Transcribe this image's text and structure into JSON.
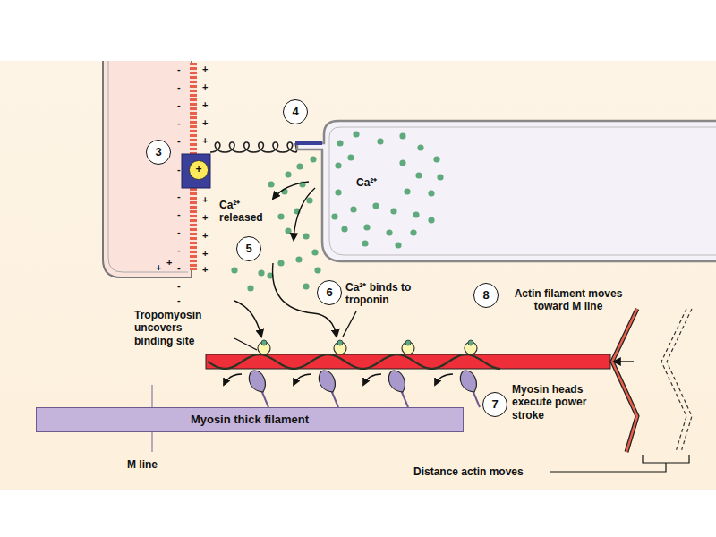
{
  "diagram": {
    "nodes": [
      {
        "text": [
          "4"
        ]
      },
      {
        "text": [
          "3"
        ]
      },
      {
        "text": [
          "+"
        ]
      },
      {
        "text": [
          "5"
        ]
      },
      {
        "text": [
          "6"
        ]
      },
      {
        "text": [
          "8"
        ]
      },
      {
        "text": [
          "7"
        ]
      },
      {
        "text": [
          "Myosin thick filament"
        ]
      }
    ],
    "labels": [
      "Ca²⁺",
      "Ca²⁺ released",
      "Ca²⁺ binds to troponin",
      "Actin filament moves toward M line",
      "Tropomyosin uncovers binding site",
      "Myosin heads execute power stroke",
      "M line",
      "Distance actin moves",
      "-",
      "-",
      "-",
      "-",
      "-",
      "-",
      "-",
      "-",
      "-",
      "-",
      "-",
      "-",
      "-",
      "+",
      "+",
      "+",
      "+",
      "+",
      "+",
      "+",
      "+",
      "+",
      "+",
      "+",
      "+"
    ]
  }
}
